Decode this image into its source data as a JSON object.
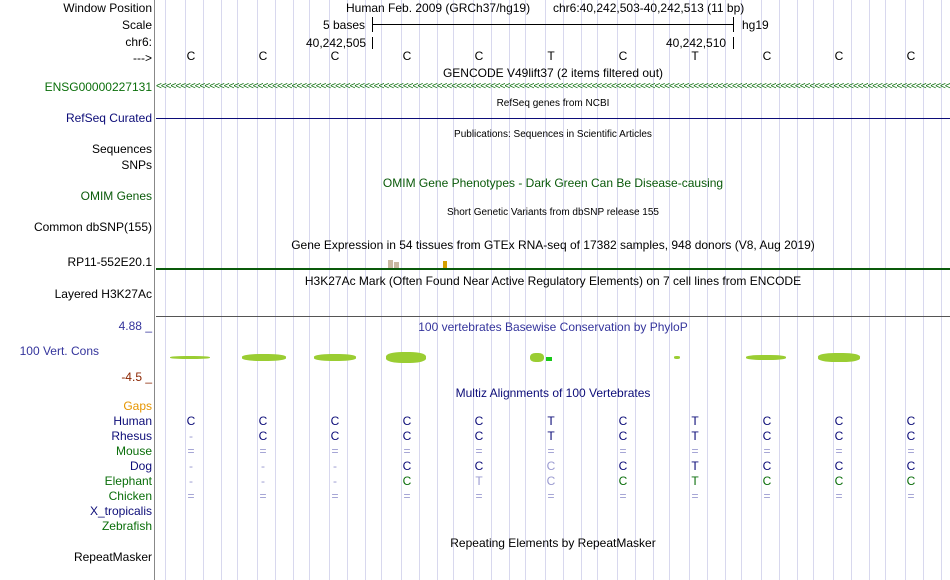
{
  "header": {
    "window_position_label": "Window Position",
    "scale_label": "Scale",
    "chr_label": "chr6:",
    "strand_label": "--->",
    "assembly": "Human Feb. 2009 (GRCh37/hg19)",
    "position": "chr6:40,242,503-40,242,513 (11 bp)",
    "scale_value": "5 bases",
    "db": "hg19",
    "coord_left": "40,242,505",
    "coord_right": "40,242,510"
  },
  "sequence": [
    "C",
    "C",
    "C",
    "C",
    "C",
    "T",
    "C",
    "T",
    "C",
    "C",
    "C"
  ],
  "tracks": {
    "gencode": {
      "title": "GENCODE V49lift37 (2 items filtered out)",
      "item": "ENSG00000227131",
      "color": "#0a6e0a"
    },
    "refseq": {
      "title": "RefSeq genes from NCBI",
      "label": "RefSeq Curated",
      "color": "#0c0c78"
    },
    "publications": {
      "title": "Publications: Sequences in Scientific Articles",
      "label1": "Sequences",
      "label2": "SNPs"
    },
    "omim": {
      "title": "OMIM Gene Phenotypes - Dark Green Can Be Disease-causing",
      "label": "OMIM Genes",
      "color": "#0a5a0a"
    },
    "dbsnp": {
      "title": "Short Genetic Variants from dbSNP release 155",
      "label": "Common dbSNP(155)"
    },
    "gtex": {
      "title": "Gene Expression in 54 tissues from GTEx RNA-seq of 17382 samples, 948 donors (V8, Aug 2019)",
      "label": "RP11-552E20.1"
    },
    "h3k27ac": {
      "title": "H3K27Ac Mark (Often Found Near Active Regulatory Elements) on 7 cell lines from ENCODE",
      "label": "Layered H3K27Ac"
    },
    "phylop": {
      "title": "100 vertebrates Basewise Conservation by PhyloP",
      "label": "100 Vert. Cons",
      "max": "4.88 _",
      "min": "-4.5 _",
      "color": "#34349c"
    },
    "multiz": {
      "title": "Multiz Alignments of 100 Vertebrates",
      "gaps_label": "Gaps"
    },
    "repeatmasker": {
      "title": "Repeating Elements by RepeatMasker",
      "label": "RepeatMasker"
    }
  },
  "species": [
    {
      "name": "Human",
      "color": "#0c0c78",
      "bases": [
        "C",
        "C",
        "C",
        "C",
        "C",
        "T",
        "C",
        "T",
        "C",
        "C",
        "C"
      ]
    },
    {
      "name": "Rhesus",
      "color": "#0c0c78",
      "bases": [
        "-",
        "C",
        "C",
        "C",
        "C",
        "T",
        "C",
        "T",
        "C",
        "C",
        "C"
      ]
    },
    {
      "name": "Mouse",
      "color": "#0a6e0a",
      "bases": [
        "=",
        "=",
        "=",
        "=",
        "=",
        "=",
        "=",
        "=",
        "=",
        "=",
        "="
      ]
    },
    {
      "name": "Dog",
      "color": "#0c0c78",
      "bases": [
        "-",
        "-",
        "-",
        "C",
        "C",
        "C",
        "C",
        "T",
        "C",
        "C",
        "C"
      ]
    },
    {
      "name": "Elephant",
      "color": "#0a6e0a",
      "bases": [
        "-",
        "-",
        "-",
        "C",
        "T",
        "C",
        "C",
        "T",
        "C",
        "C",
        "C"
      ]
    },
    {
      "name": "Chicken",
      "color": "#0a6e0a",
      "bases": [
        "=",
        "=",
        "=",
        "=",
        "=",
        "=",
        "=",
        "=",
        "=",
        "=",
        "="
      ]
    },
    {
      "name": "X_tropicalis",
      "color": "#0c0c78",
      "bases": []
    },
    {
      "name": "Zebrafish",
      "color": "#0a6e0a",
      "bases": []
    }
  ],
  "colors": {
    "gaps": "#e69500",
    "phylop_neg": "#8b2500",
    "gtex_bar1": "#c8b8a0",
    "gtex_bar2": "#d4a000"
  }
}
